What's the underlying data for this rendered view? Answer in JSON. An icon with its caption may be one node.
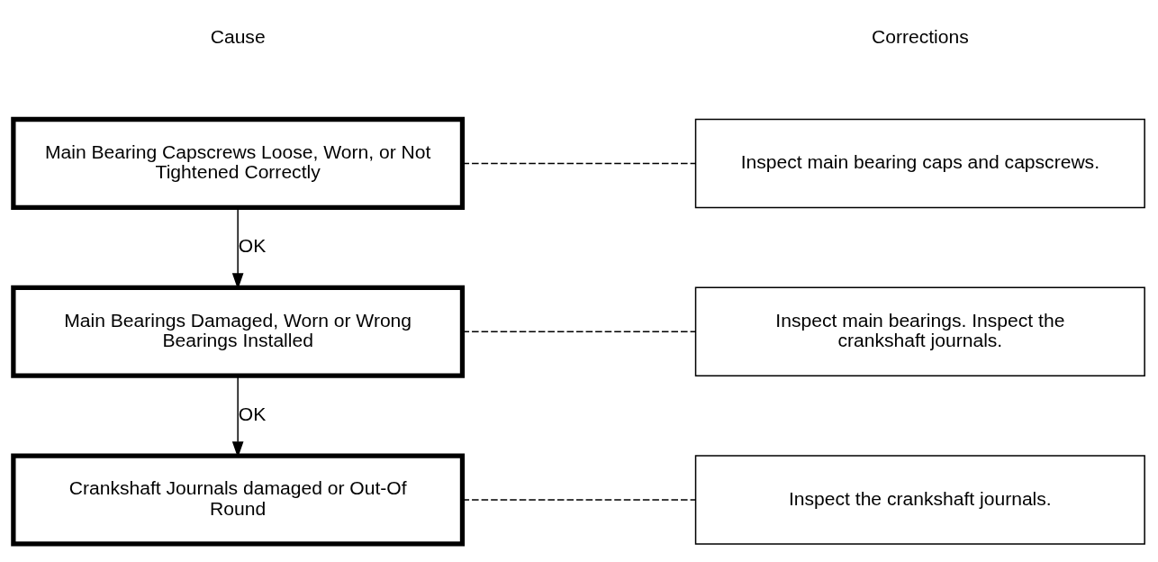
{
  "diagram": {
    "nodes": [
      {
        "text": [
          "Main Bearing Capscrews Loose, Worn, or Not Tightened Correctly"
        ]
      },
      {
        "text": [
          "Inspect main bearing caps and capscrews."
        ]
      },
      {
        "text": [
          "Main Bearings Damaged, Worn or Wrong Bearings Installed"
        ]
      },
      {
        "text": [
          "Inspect main bearings. Inspect the crankshaft journals."
        ]
      },
      {
        "text": [
          "Crankshaft Journals damaged or Out-Of Round"
        ]
      },
      {
        "text": [
          "Inspect the crankshaft journals."
        ]
      }
    ],
    "edges": [
      {
        "from": 0,
        "to": 1,
        "arrow": "none",
        "style": "dashed"
      },
      {
        "from": 0,
        "to": 2,
        "arrow": "to",
        "label": "OK"
      },
      {
        "from": 2,
        "to": 3,
        "arrow": "none",
        "style": "dashed"
      },
      {
        "from": 2,
        "to": 4,
        "arrow": "to",
        "label": "OK"
      },
      {
        "from": 4,
        "to": 5,
        "arrow": "none",
        "style": "dashed"
      }
    ],
    "labels": [
      "Cause",
      "Corrections"
    ]
  }
}
